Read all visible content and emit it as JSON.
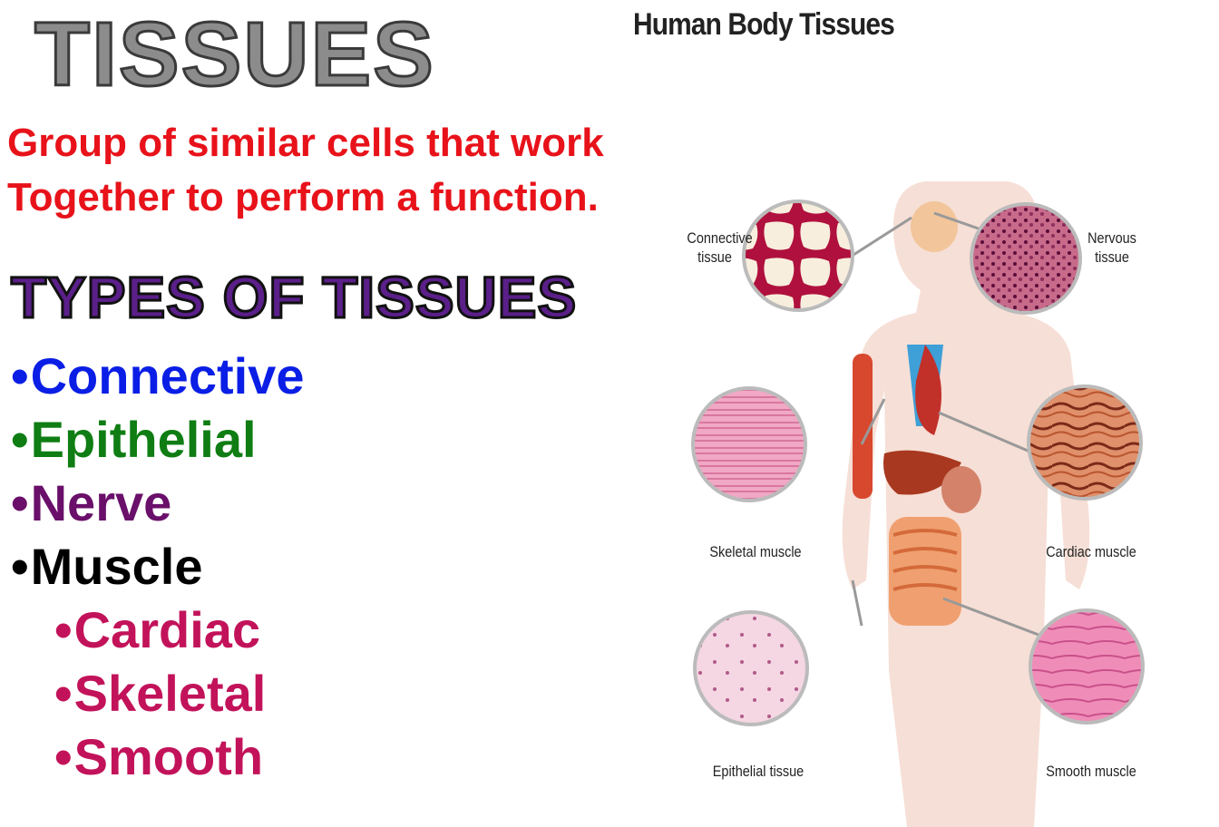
{
  "slide": {
    "title": "TISSUES",
    "definition_line1": "Group of similar cells that work",
    "definition_line2": "Together to perform a function.",
    "types_heading": "TYPES OF TISSUES",
    "types": [
      {
        "label": "Connective",
        "color": "#0a1ee6"
      },
      {
        "label": "Epithelial",
        "color": "#0f7d13"
      },
      {
        "label": "Nerve",
        "color": "#6a0f6a"
      },
      {
        "label": "Muscle",
        "color": "#000000"
      }
    ],
    "muscle_types": [
      {
        "label": "Cardiac",
        "color": "#c2135a"
      },
      {
        "label": "Skeletal",
        "color": "#c2135a"
      },
      {
        "label": "Smooth",
        "color": "#c2135a"
      }
    ],
    "bullet": "•"
  },
  "diagram": {
    "title": "Human Body Tissues",
    "labels": {
      "connective_line1": "Connective",
      "connective_line2": "tissue",
      "nervous_line1": "Nervous",
      "nervous_line2": "tissue",
      "skeletal": "Skeletal muscle",
      "cardiac": "Cardiac muscle",
      "epithelial": "Epithelial tissue",
      "smooth": "Smooth muscle"
    }
  }
}
